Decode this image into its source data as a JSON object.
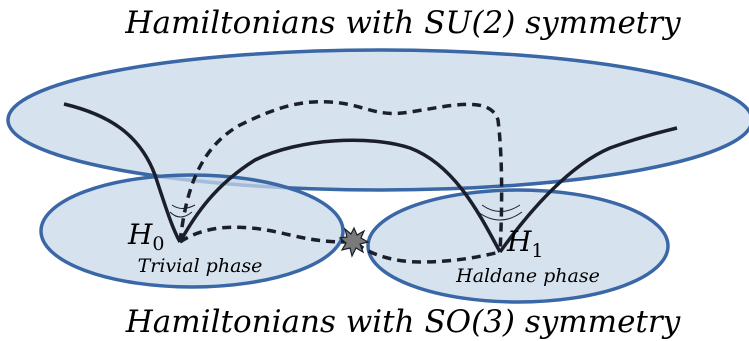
{
  "top_label": "Hamiltonians with SU(2) symmetry",
  "bottom_label": "Hamiltonians with SO(3) symmetry",
  "h0": {
    "symbol": "H",
    "subscript": "0",
    "phase": "Trivial phase"
  },
  "h1": {
    "symbol": "H",
    "subscript": "1",
    "phase": "Haldane phase"
  },
  "colors": {
    "region_fill": "#c9d8ea",
    "region_stroke": "#3a67a6",
    "curve": "#1a1f2b",
    "transition_marker": "#7a7a7a"
  }
}
